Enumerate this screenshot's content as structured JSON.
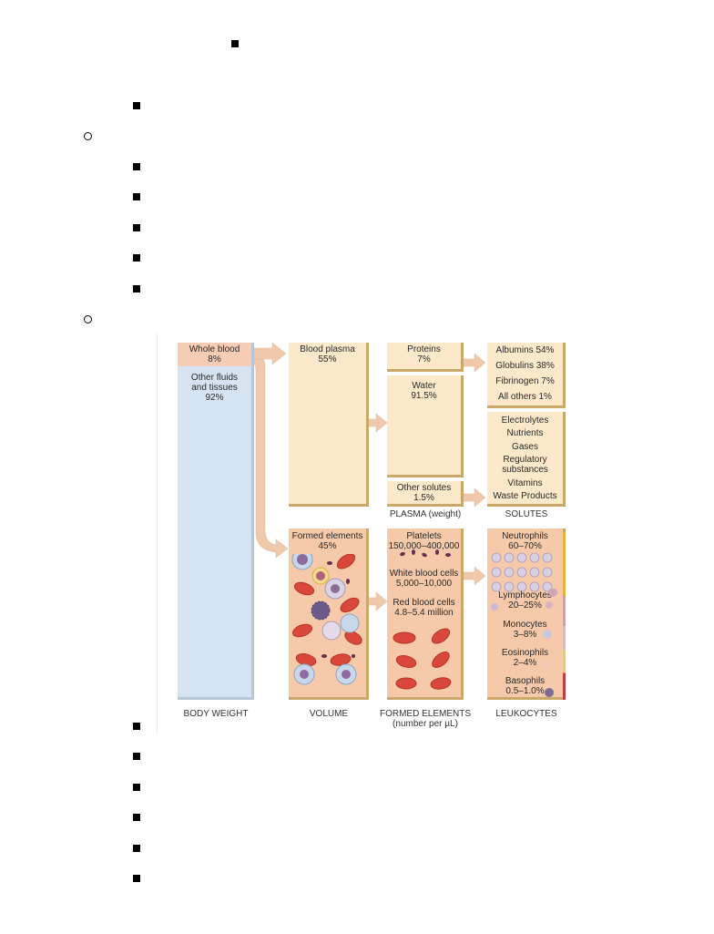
{
  "figure": {
    "body_weight": {
      "whole_blood": "Whole blood\n8%",
      "other_fluids": "Other fluids\nand tissues\n92%",
      "caption": "BODY WEIGHT"
    },
    "volume": {
      "blood_plasma": "Blood plasma\n55%",
      "formed_elements": "Formed elements\n45%",
      "caption": "VOLUME"
    },
    "plasma": {
      "proteins": "Proteins\n7%",
      "water": "Water\n91.5%",
      "other_solutes": "Other solutes\n1.5%",
      "caption": "PLASMA (weight)"
    },
    "solutes": {
      "protein_types": [
        "Albumins 54%",
        "Globulins 38%",
        "Fibrinogen 7%",
        "All others 1%"
      ],
      "other_items": [
        "Electrolytes",
        "Nutrients",
        "Gases",
        "Regulatory\nsubstances",
        "Vitamins",
        "Waste Products"
      ],
      "caption": "SOLUTES"
    },
    "formed_elements": {
      "platelets": "Platelets\n150,000–400,000",
      "white_cells": "White blood cells\n5,000–10,000",
      "red_cells": "Red blood cells\n4.8–5.4 million",
      "caption": "FORMED ELEMENTS\n(number per µL)"
    },
    "leukocytes": {
      "neutrophils": "Neutrophils\n60–70%",
      "lymphocytes": "Lymphocytes\n20–25%",
      "monocytes": "Monocytes\n3–8%",
      "eosinophils": "Eosinophils\n2–4%",
      "basophils": "Basophils\n0.5–1.0%",
      "caption": "LEUKOCYTES"
    }
  }
}
